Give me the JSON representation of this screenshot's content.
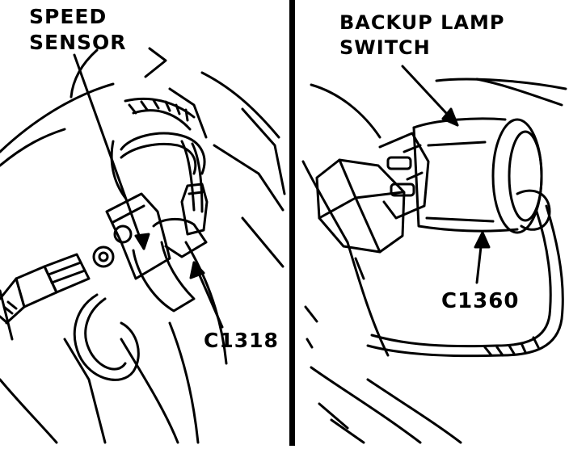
{
  "left_panel": {
    "callout_speed_sensor": [
      "SPEED",
      "SENSOR"
    ],
    "callout_connector": "C1318"
  },
  "right_panel": {
    "callout_backup_lamp_switch": [
      "BACKUP LAMP",
      "SWITCH"
    ],
    "callout_connector": "C1360"
  }
}
